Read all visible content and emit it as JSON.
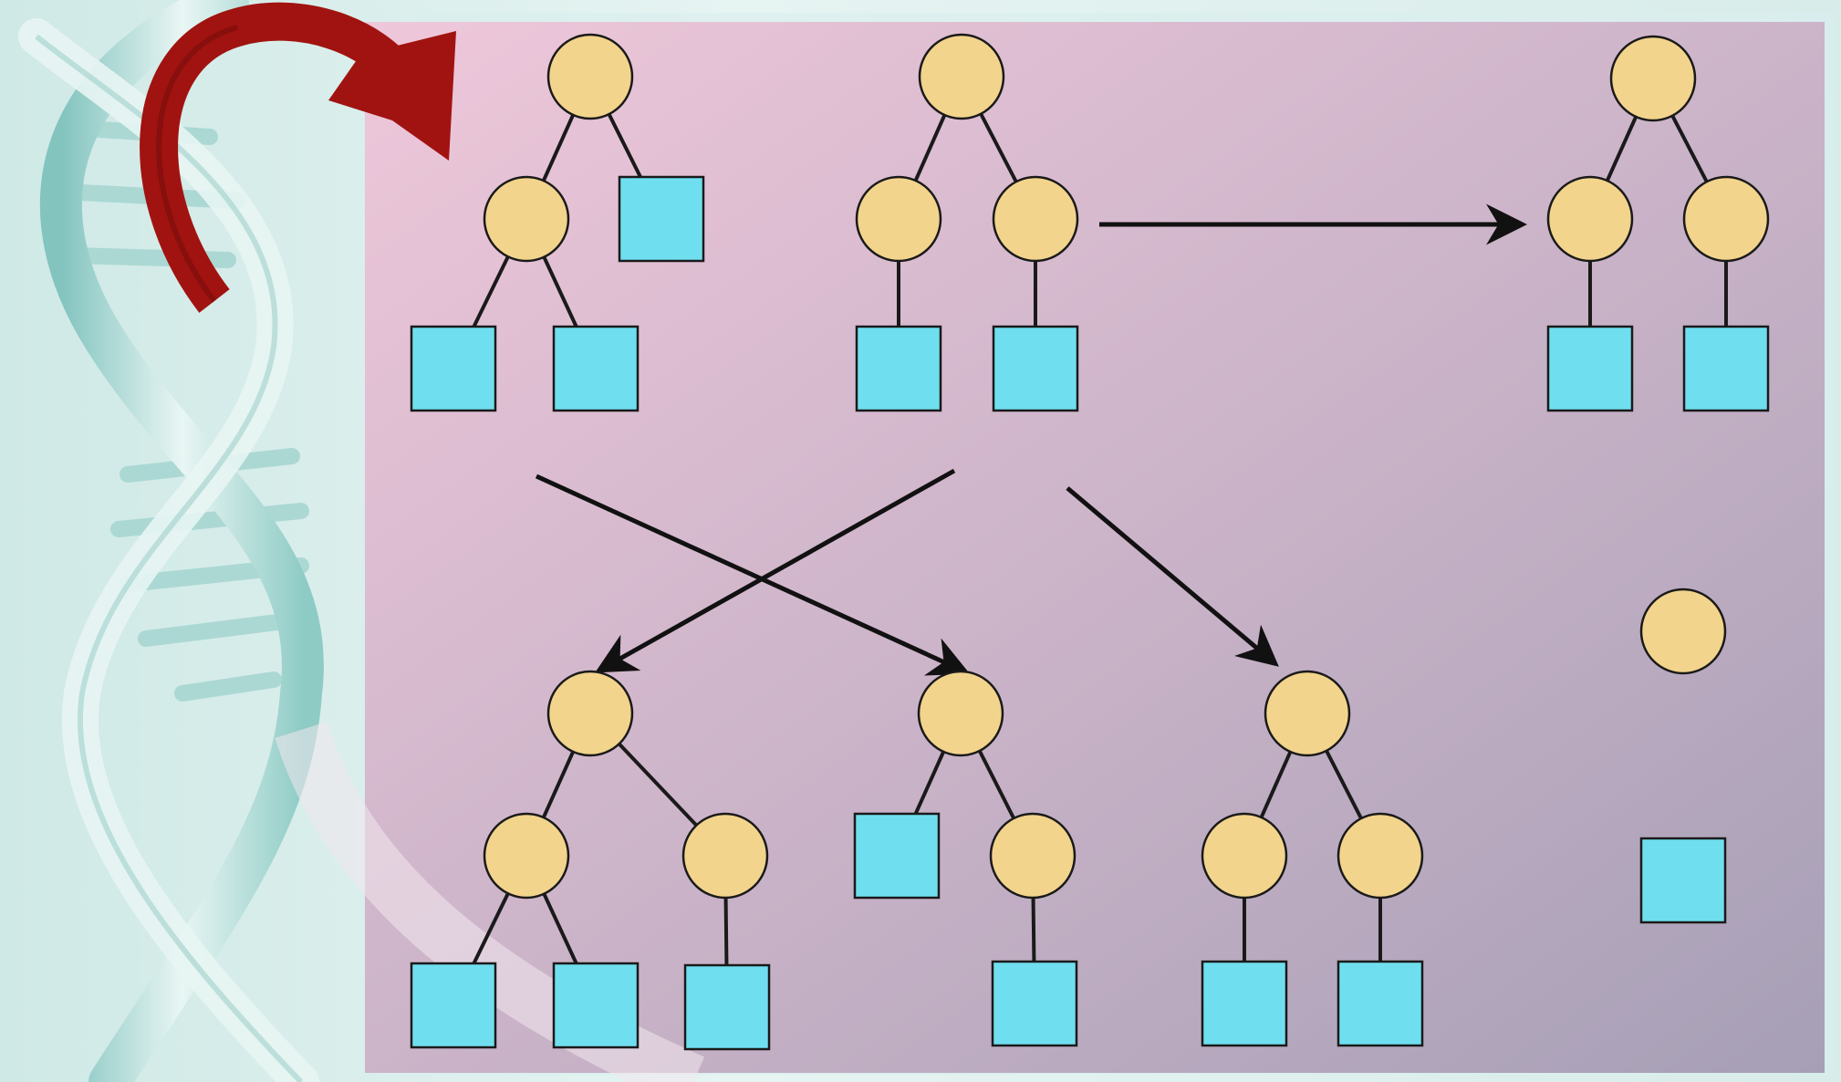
{
  "figure": {
    "kind": "genetic-programming-crossover-and-mutation-diagram",
    "node_shapes": {
      "function_node": "circle",
      "terminal_node": "square"
    },
    "colors": {
      "function_node_fill": "#f2d48c",
      "terminal_node_fill": "#6fdff0",
      "node_stroke": "#1a1a1a",
      "panel_left": "#efc7da",
      "panel_right": "#a99fb5",
      "background_dna": "#bfe3e0",
      "curved_arrow": "#a11310",
      "arrow": "#111111"
    },
    "icons": [
      "dna-double-helix-icon",
      "curved-red-arrow-icon"
    ],
    "trees": [
      {
        "id": "parent-1",
        "shape": "root(function(terminal, terminal), terminal)"
      },
      {
        "id": "parent-2",
        "shape": "root(function(terminal), function(terminal))"
      },
      {
        "id": "copy",
        "shape": "root(function(terminal), function(terminal))"
      },
      {
        "id": "offspring-1",
        "shape": "root(function(terminal, terminal), function(terminal))"
      },
      {
        "id": "offspring-2",
        "shape": "root(terminal, function(terminal))"
      },
      {
        "id": "offspring-3",
        "shape": "root(function(terminal), function(terminal))"
      }
    ],
    "primitives": [
      "function",
      "terminal"
    ],
    "arrows": [
      {
        "from": "parent-2",
        "to": "copy"
      },
      {
        "from": "parent-1",
        "to": "offspring-2"
      },
      {
        "from": "parent-2",
        "to": "offspring-1"
      },
      {
        "from": "parent-2",
        "to": "offspring-3"
      }
    ]
  }
}
